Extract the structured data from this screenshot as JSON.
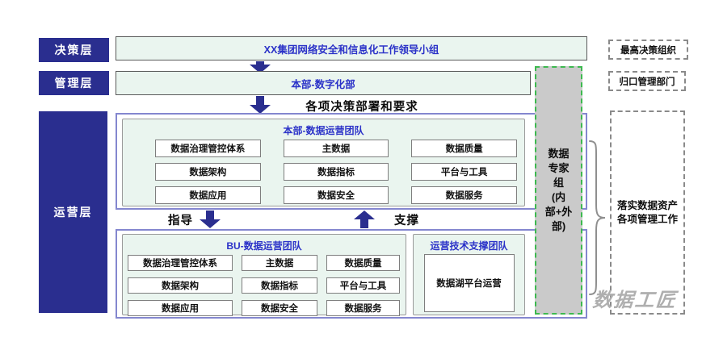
{
  "colors": {
    "navy": "#2A2E8F",
    "blue": "#2B32C8",
    "bar_bg": "#EAF5EF",
    "purple_border": "#8487CF",
    "green_dash": "#3DB94F",
    "gray_fill": "#CACACA"
  },
  "layers": [
    {
      "label": "决策层"
    },
    {
      "label": "管理层"
    },
    {
      "label": "运营层"
    }
  ],
  "bars": {
    "decision": "XX集团网络安全和信息化工作领导小组",
    "management": "本部-数字化部"
  },
  "flow": {
    "deploy": "各项决策部署和要求",
    "guide": "指导",
    "support": "支撑"
  },
  "hq_team": {
    "title": "本部-数据运营团队",
    "items": [
      "数据治理管控体系",
      "主数据",
      "数据质量",
      "数据架构",
      "数据指标",
      "平台与工具",
      "数据应用",
      "数据安全",
      "数据服务"
    ]
  },
  "bu_team": {
    "title": "BU-数据运营团队",
    "items": [
      "数据治理管控体系",
      "主数据",
      "数据质量",
      "数据架构",
      "数据指标",
      "平台与工具",
      "数据应用",
      "数据安全",
      "数据服务"
    ]
  },
  "support_team": {
    "title": "运营技术支撑团队",
    "item": "数据湖平台运营"
  },
  "expert_group": {
    "lines": [
      "数据",
      "专家",
      "组",
      "(内",
      "部+外",
      "部)"
    ]
  },
  "side_notes": {
    "top": "最高决策组织",
    "middle": "归口管理部门",
    "bottom_line1": "落实数据资产",
    "bottom_line2": "各项管理工作"
  },
  "watermark": "数据工匠"
}
